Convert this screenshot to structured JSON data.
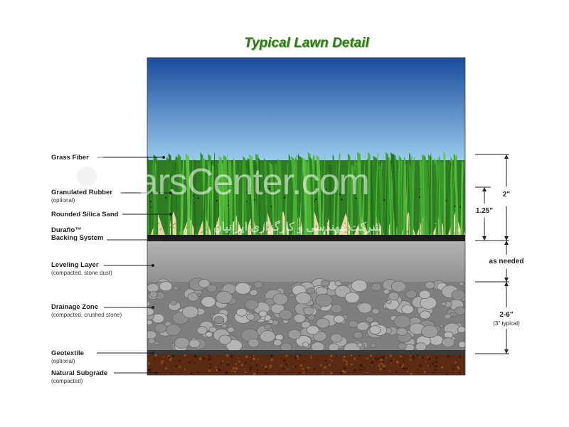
{
  "title": "Typical Lawn Detail",
  "layers": [
    {
      "name": "Grass Fiber",
      "sub": ""
    },
    {
      "name": "Granulated Rubber",
      "sub": "(optional)"
    },
    {
      "name": "Rounded Silica Sand",
      "sub": ""
    },
    {
      "name": "Duraflo™",
      "sub": "Backing System"
    },
    {
      "name": "Leveling Layer",
      "sub": "(compacted, stone dust)"
    },
    {
      "name": "Drainage Zone",
      "sub": "(compacted, crushed stone)"
    },
    {
      "name": "Geotextile",
      "sub": "(optional)"
    },
    {
      "name": "Natural Subgrade",
      "sub": "(compacted)"
    }
  ],
  "dimensions": {
    "total_turf": "2\"",
    "infill": "1.25\"",
    "leveling": "as needed",
    "drainage": "2-6\"",
    "drainage_note": "(3\" typical)"
  },
  "watermark": {
    "brand": "ParsCenter.com",
    "persian": "شرکت مهندسی و کارگزاری ایرانیان"
  },
  "colors": {
    "sky_top": "#1a4a9c",
    "sky_bottom": "#9fd0f0",
    "grass": "#3a9a2a",
    "sand": "#e8d8a8",
    "leveling": "#9a9a9a",
    "drainage": "#7f7f7f",
    "subgrade": "#5a2a12"
  }
}
